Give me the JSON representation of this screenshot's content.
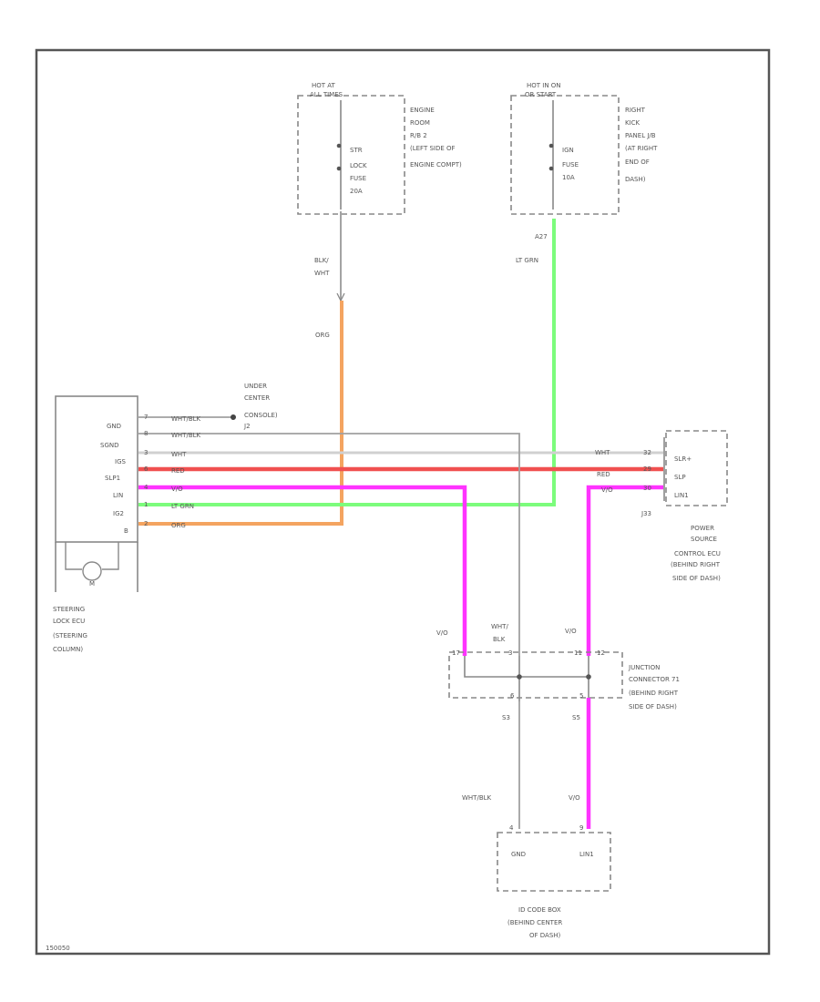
{
  "fuses": {
    "left": {
      "header": [
        "HOT AT",
        "ALL TIMES"
      ],
      "fuse": [
        "STR",
        "LOCK",
        "FUSE",
        "20A"
      ],
      "location": [
        "ENGINE",
        "ROOM",
        "R/B 2",
        "(LEFT SIDE OF",
        "ENGINE COMPT)"
      ]
    },
    "right": {
      "header": [
        "HOT IN ON",
        "OR START"
      ],
      "fuse": [
        "IGN",
        "FUSE",
        "10A"
      ],
      "location": [
        "RIGHT",
        "KICK",
        "PANEL J/B",
        "(AT RIGHT",
        "END OF",
        "DASH)"
      ],
      "pin": "A27"
    }
  },
  "wires": {
    "blk_wht": [
      "BLK/",
      "WHT"
    ],
    "org": "ORG",
    "lt_grn": "LT GRN"
  },
  "ground": {
    "label": [
      "UNDER",
      "CENTER",
      "CONSOLE)",
      "J2"
    ],
    "label_first": "UNDER"
  },
  "steering_ecu": {
    "pins": [
      {
        "name": "GND",
        "num": "7",
        "wire": "WHT/BLK"
      },
      {
        "name": "SGND",
        "num": "8",
        "wire": "WHT/BLK"
      },
      {
        "name": "IGS",
        "num": "3",
        "wire": "WHT"
      },
      {
        "name": "SLP1",
        "num": "6",
        "wire": "RED"
      },
      {
        "name": "LIN",
        "num": "4",
        "wire": "V/O"
      },
      {
        "name": "IG2",
        "num": "1",
        "wire": "LT GRN"
      },
      {
        "name": "B",
        "num": "2",
        "wire": "ORG"
      }
    ],
    "motor": "M",
    "caption": [
      "STEERING",
      "LOCK ECU",
      "(STEERING",
      "COLUMN)"
    ]
  },
  "power_source_ecu": {
    "pins": [
      {
        "name": "SLR+",
        "num": "32",
        "wire": "WHT"
      },
      {
        "name": "SLP",
        "num": "29",
        "wire": "RED"
      },
      {
        "name": "LIN1",
        "num": "30",
        "wire": "V/O"
      }
    ],
    "connector": "J33",
    "caption": [
      "POWER",
      "SOURCE",
      "CONTROL ECU",
      "(BEHIND RIGHT",
      "SIDE OF DASH)"
    ]
  },
  "junction": {
    "top_labels": [
      "V/O",
      "WHT/",
      "BLK",
      "V/O"
    ],
    "pins": [
      "17",
      "3",
      "11",
      "12"
    ],
    "bottom_pins": [
      "6",
      "5"
    ],
    "connector_pins": [
      "S3",
      "S5"
    ],
    "caption": [
      "JUNCTION",
      "CONNECTOR 71",
      "(BEHIND RIGHT",
      "SIDE OF DASH)"
    ]
  },
  "id_code_box": {
    "wire_left": "WHT/BLK",
    "wire_right": "V/O",
    "pins": [
      "GND",
      "LIN1"
    ],
    "pin_nums": [
      "4",
      "9"
    ],
    "caption": [
      "ID CODE BOX",
      "(BEHIND CENTER",
      "OF DASH)"
    ]
  },
  "footer": "150050"
}
